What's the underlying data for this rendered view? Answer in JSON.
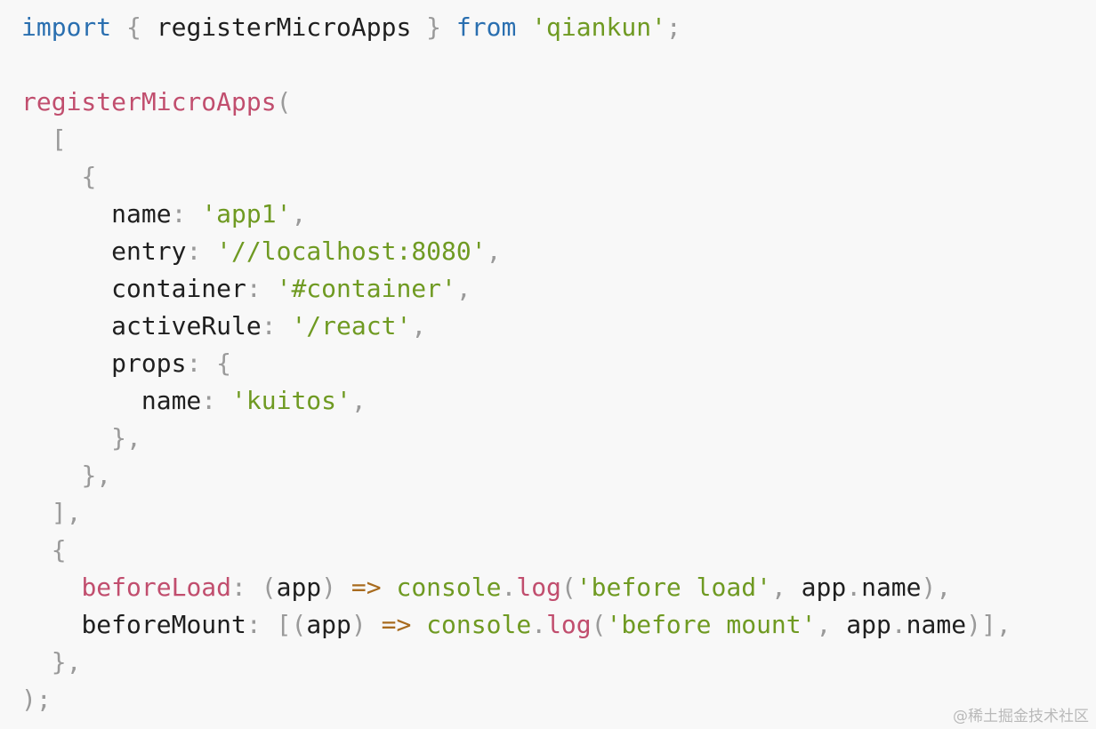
{
  "code": {
    "lines": [
      [
        {
          "t": "import",
          "c": "kw"
        },
        {
          "t": " ",
          "c": "plain"
        },
        {
          "t": "{",
          "c": "punc"
        },
        {
          "t": " registerMicroApps ",
          "c": "id"
        },
        {
          "t": "}",
          "c": "punc"
        },
        {
          "t": " ",
          "c": "plain"
        },
        {
          "t": "from",
          "c": "kw"
        },
        {
          "t": " ",
          "c": "plain"
        },
        {
          "t": "'qiankun'",
          "c": "str"
        },
        {
          "t": ";",
          "c": "punc"
        }
      ],
      [],
      [
        {
          "t": "registerMicroApps",
          "c": "fn"
        },
        {
          "t": "(",
          "c": "punc"
        }
      ],
      [
        {
          "t": "  ",
          "c": "plain"
        },
        {
          "t": "[",
          "c": "punc"
        }
      ],
      [
        {
          "t": "    ",
          "c": "plain"
        },
        {
          "t": "{",
          "c": "punc"
        }
      ],
      [
        {
          "t": "      ",
          "c": "plain"
        },
        {
          "t": "name",
          "c": "prop"
        },
        {
          "t": ":",
          "c": "punc"
        },
        {
          "t": " ",
          "c": "plain"
        },
        {
          "t": "'app1'",
          "c": "str"
        },
        {
          "t": ",",
          "c": "punc"
        }
      ],
      [
        {
          "t": "      ",
          "c": "plain"
        },
        {
          "t": "entry",
          "c": "prop"
        },
        {
          "t": ":",
          "c": "punc"
        },
        {
          "t": " ",
          "c": "plain"
        },
        {
          "t": "'//localhost:8080'",
          "c": "str"
        },
        {
          "t": ",",
          "c": "punc"
        }
      ],
      [
        {
          "t": "      ",
          "c": "plain"
        },
        {
          "t": "container",
          "c": "prop"
        },
        {
          "t": ":",
          "c": "punc"
        },
        {
          "t": " ",
          "c": "plain"
        },
        {
          "t": "'#container'",
          "c": "str"
        },
        {
          "t": ",",
          "c": "punc"
        }
      ],
      [
        {
          "t": "      ",
          "c": "plain"
        },
        {
          "t": "activeRule",
          "c": "prop"
        },
        {
          "t": ":",
          "c": "punc"
        },
        {
          "t": " ",
          "c": "plain"
        },
        {
          "t": "'/react'",
          "c": "str"
        },
        {
          "t": ",",
          "c": "punc"
        }
      ],
      [
        {
          "t": "      ",
          "c": "plain"
        },
        {
          "t": "props",
          "c": "prop"
        },
        {
          "t": ":",
          "c": "punc"
        },
        {
          "t": " ",
          "c": "plain"
        },
        {
          "t": "{",
          "c": "punc"
        }
      ],
      [
        {
          "t": "        ",
          "c": "plain"
        },
        {
          "t": "name",
          "c": "prop"
        },
        {
          "t": ":",
          "c": "punc"
        },
        {
          "t": " ",
          "c": "plain"
        },
        {
          "t": "'kuitos'",
          "c": "str"
        },
        {
          "t": ",",
          "c": "punc"
        }
      ],
      [
        {
          "t": "      ",
          "c": "plain"
        },
        {
          "t": "},",
          "c": "punc"
        }
      ],
      [
        {
          "t": "    ",
          "c": "plain"
        },
        {
          "t": "},",
          "c": "punc"
        }
      ],
      [
        {
          "t": "  ",
          "c": "plain"
        },
        {
          "t": "],",
          "c": "punc"
        }
      ],
      [
        {
          "t": "  ",
          "c": "plain"
        },
        {
          "t": "{",
          "c": "punc"
        }
      ],
      [
        {
          "t": "    ",
          "c": "plain"
        },
        {
          "t": "beforeLoad",
          "c": "fn"
        },
        {
          "t": ":",
          "c": "punc"
        },
        {
          "t": " ",
          "c": "plain"
        },
        {
          "t": "(",
          "c": "punc"
        },
        {
          "t": "app",
          "c": "id"
        },
        {
          "t": ")",
          "c": "punc"
        },
        {
          "t": " ",
          "c": "plain"
        },
        {
          "t": "=>",
          "c": "op"
        },
        {
          "t": " ",
          "c": "plain"
        },
        {
          "t": "console",
          "c": "str"
        },
        {
          "t": ".",
          "c": "punc"
        },
        {
          "t": "log",
          "c": "fn"
        },
        {
          "t": "(",
          "c": "punc"
        },
        {
          "t": "'before load'",
          "c": "str"
        },
        {
          "t": ",",
          "c": "punc"
        },
        {
          "t": " app",
          "c": "id"
        },
        {
          "t": ".",
          "c": "punc"
        },
        {
          "t": "name",
          "c": "id"
        },
        {
          "t": "),",
          "c": "punc"
        }
      ],
      [
        {
          "t": "    ",
          "c": "plain"
        },
        {
          "t": "beforeMount",
          "c": "prop"
        },
        {
          "t": ":",
          "c": "punc"
        },
        {
          "t": " ",
          "c": "plain"
        },
        {
          "t": "[(",
          "c": "punc"
        },
        {
          "t": "app",
          "c": "id"
        },
        {
          "t": ")",
          "c": "punc"
        },
        {
          "t": " ",
          "c": "plain"
        },
        {
          "t": "=>",
          "c": "op"
        },
        {
          "t": " ",
          "c": "plain"
        },
        {
          "t": "console",
          "c": "str"
        },
        {
          "t": ".",
          "c": "punc"
        },
        {
          "t": "log",
          "c": "fn"
        },
        {
          "t": "(",
          "c": "punc"
        },
        {
          "t": "'before mount'",
          "c": "str"
        },
        {
          "t": ",",
          "c": "punc"
        },
        {
          "t": " app",
          "c": "id"
        },
        {
          "t": ".",
          "c": "punc"
        },
        {
          "t": "name",
          "c": "id"
        },
        {
          "t": ")],",
          "c": "punc"
        }
      ],
      [
        {
          "t": "  ",
          "c": "plain"
        },
        {
          "t": "},",
          "c": "punc"
        }
      ],
      [
        {
          "t": ");",
          "c": "punc"
        }
      ]
    ]
  },
  "watermark": {
    "text": "@稀土掘金技术社区"
  },
  "colors": {
    "background": "#f8f8f8",
    "keyword": "#2a6fb0",
    "function": "#c14e6e",
    "string": "#6f9a22",
    "punctuation": "#9a9a9a",
    "operator": "#a86b1e",
    "text": "#1f1f1f"
  }
}
